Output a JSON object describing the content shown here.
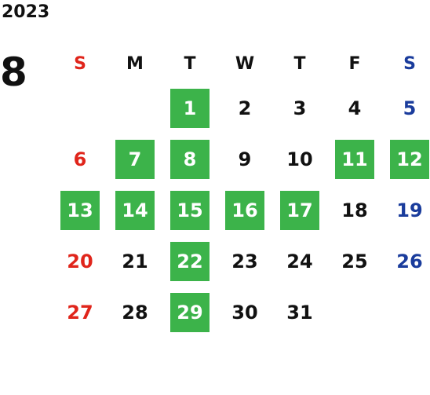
{
  "calendar": {
    "year": "2023",
    "month": "8",
    "weekdays": [
      "S",
      "M",
      "T",
      "W",
      "T",
      "F",
      "S"
    ],
    "leading_blanks": 2,
    "days": [
      "1",
      "2",
      "3",
      "4",
      "5",
      "6",
      "7",
      "8",
      "9",
      "10",
      "11",
      "12",
      "13",
      "14",
      "15",
      "16",
      "17",
      "18",
      "19",
      "20",
      "21",
      "22",
      "23",
      "24",
      "25",
      "26",
      "27",
      "28",
      "29",
      "30",
      "31"
    ],
    "highlighted_days": [
      "1",
      "7",
      "8",
      "11",
      "12",
      "13",
      "14",
      "15",
      "16",
      "17",
      "22",
      "29"
    ],
    "colors": {
      "highlight": "#3cb34a",
      "highlight_text": "#ffffff",
      "sunday": "#e0251b",
      "saturday": "#1a3c9c",
      "weekday": "#111111"
    }
  }
}
